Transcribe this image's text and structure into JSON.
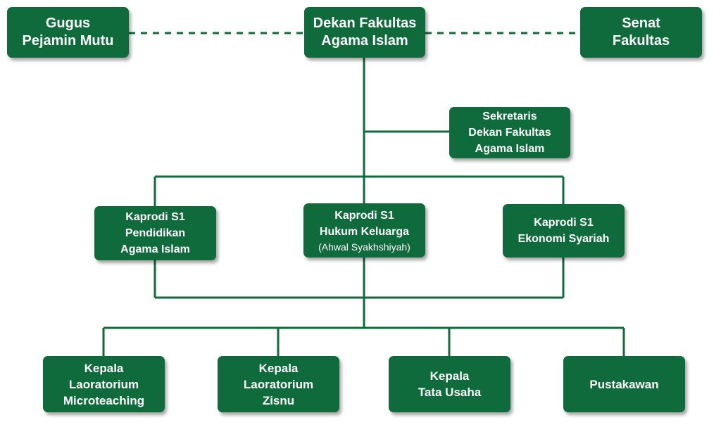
{
  "diagram": {
    "gugus": [
      "Gugus",
      "Pejamin Mutu"
    ],
    "dekan": [
      "Dekan Fakultas",
      "Agama Islam"
    ],
    "senat": [
      "Senat",
      "Fakultas"
    ],
    "sekretaris": [
      "Sekretaris",
      "Dekan Fakultas",
      "Agama Islam"
    ],
    "kaprodi_pai": [
      "Kaprodi S1",
      "Pendidikan",
      "Agama Islam"
    ],
    "kaprodi_hk": [
      "Kaprodi S1",
      "Hukum Keluarga",
      "(Ahwal Syakhshiyah)"
    ],
    "kaprodi_es": [
      "Kaprodi S1",
      "Ekonomi Syariah"
    ],
    "lab_micro": [
      "Kepala",
      "Laoratorium",
      "Microteaching"
    ],
    "lab_zisnu": [
      "Kepala",
      "Laoratorium",
      "Zisnu"
    ],
    "tata_usaha": [
      "Kepala",
      "Tata Usaha"
    ],
    "pustakawan": [
      "Pustakawan"
    ]
  },
  "colors": {
    "box": "#0f6a3c",
    "line": "#0f6a3c",
    "text": "#ffffff"
  }
}
